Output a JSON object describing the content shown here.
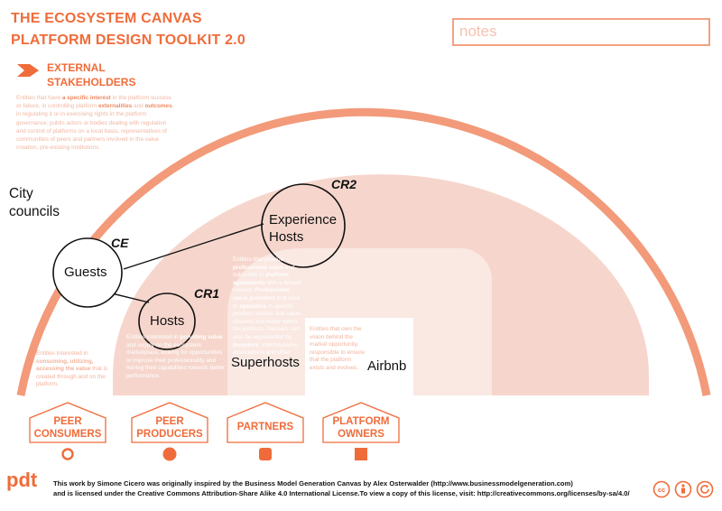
{
  "header": {
    "title_line1": "THE ECOSYSTEM CANVAS",
    "title_line2": "PLATFORM DESIGN TOOLKIT 2.0",
    "notes_placeholder": "notes"
  },
  "external": {
    "label_line1": "EXTERNAL",
    "label_line2": "STAKEHOLDERS",
    "desc_part1": "Entities that have ",
    "desc_bold1": "a specific interest",
    "desc_part2": " in the platform success or failure, in controlling platform ",
    "desc_bold2": "externalities",
    "desc_part3": " and ",
    "desc_bold3": "outcomes",
    "desc_part4": ", in regulating it or in exercising rights in the platform governance: public actors or bodies dealing with regulation and control of platforms on a local basis, representatives of communities of peers and partners involved in the value creation, pre-existing institutions."
  },
  "diagram": {
    "city_line1": "City",
    "city_line2": "councils",
    "guests": "Guests",
    "hosts": "Hosts",
    "exp_line1": "Experience",
    "exp_line2": "Hosts",
    "ce": "CE",
    "cr1": "CR1",
    "cr2": "CR2",
    "superhosts": "Superhosts",
    "airbnb": "Airbnb"
  },
  "descriptions": {
    "peer_consumers": {
      "part1": "Entities interested in ",
      "bold1": "consuming, utilizing, accessing the value",
      "part2": " that is created through and on the platform."
    },
    "peer_producers": {
      "part1": "Entities interested in ",
      "bold1": "providing value",
      "part2": " and supply on the ecosystem marketplace, looking for opportunities to improve their professionality and honing their capabilities towards better performance."
    },
    "partners": {
      "part1": "Entities that provide ",
      "bold1": "professional value",
      "part2": " and subscribe to ",
      "bold2": "platform agreements",
      "part3": " with a deeper interest. ",
      "bold3": "Professional value providers",
      "part4": " that tend to ",
      "bold4": "specialize",
      "part5": " in specific product, service and value streams and better within the platform. Partners can also be represented by ",
      "bold5": "investors",
      "part6": ", intermediaries, associations and other partners."
    },
    "platform_owners": {
      "text": "Entities that own the vision behind the market opportunity, responsible to ensure that the platform exists and evolves."
    }
  },
  "roles": {
    "peer_consumers_line1": "PEER",
    "peer_consumers_line2": "CONSUMERS",
    "peer_producers_line1": "PEER",
    "peer_producers_line2": "PRODUCERS",
    "partners": "PARTNERS",
    "platform_owners_line1": "PLATFORM",
    "platform_owners_line2": "OWNERS"
  },
  "footer": {
    "logo_text": "pdt",
    "license_line1": "This work by Simone Cicero was originally inspired by the Business Model Generation Canvas by Alex Osterwalder (http://www.businessmodelgeneration.com)",
    "license_line2": "and is licensed under the Creative Commons Attribution-Share Alike 4.0 International License.To view a copy of this license, visit: http://creativecommons.org/licenses/by-sa/4.0/",
    "cc_badges": [
      "cc-icon",
      "by-icon",
      "sa-icon"
    ]
  },
  "colors": {
    "accent": "#ef6c3a",
    "arc": "#f29a79",
    "inner_arc": "#f6d6cc",
    "partners_zone": "#fae8e2"
  }
}
